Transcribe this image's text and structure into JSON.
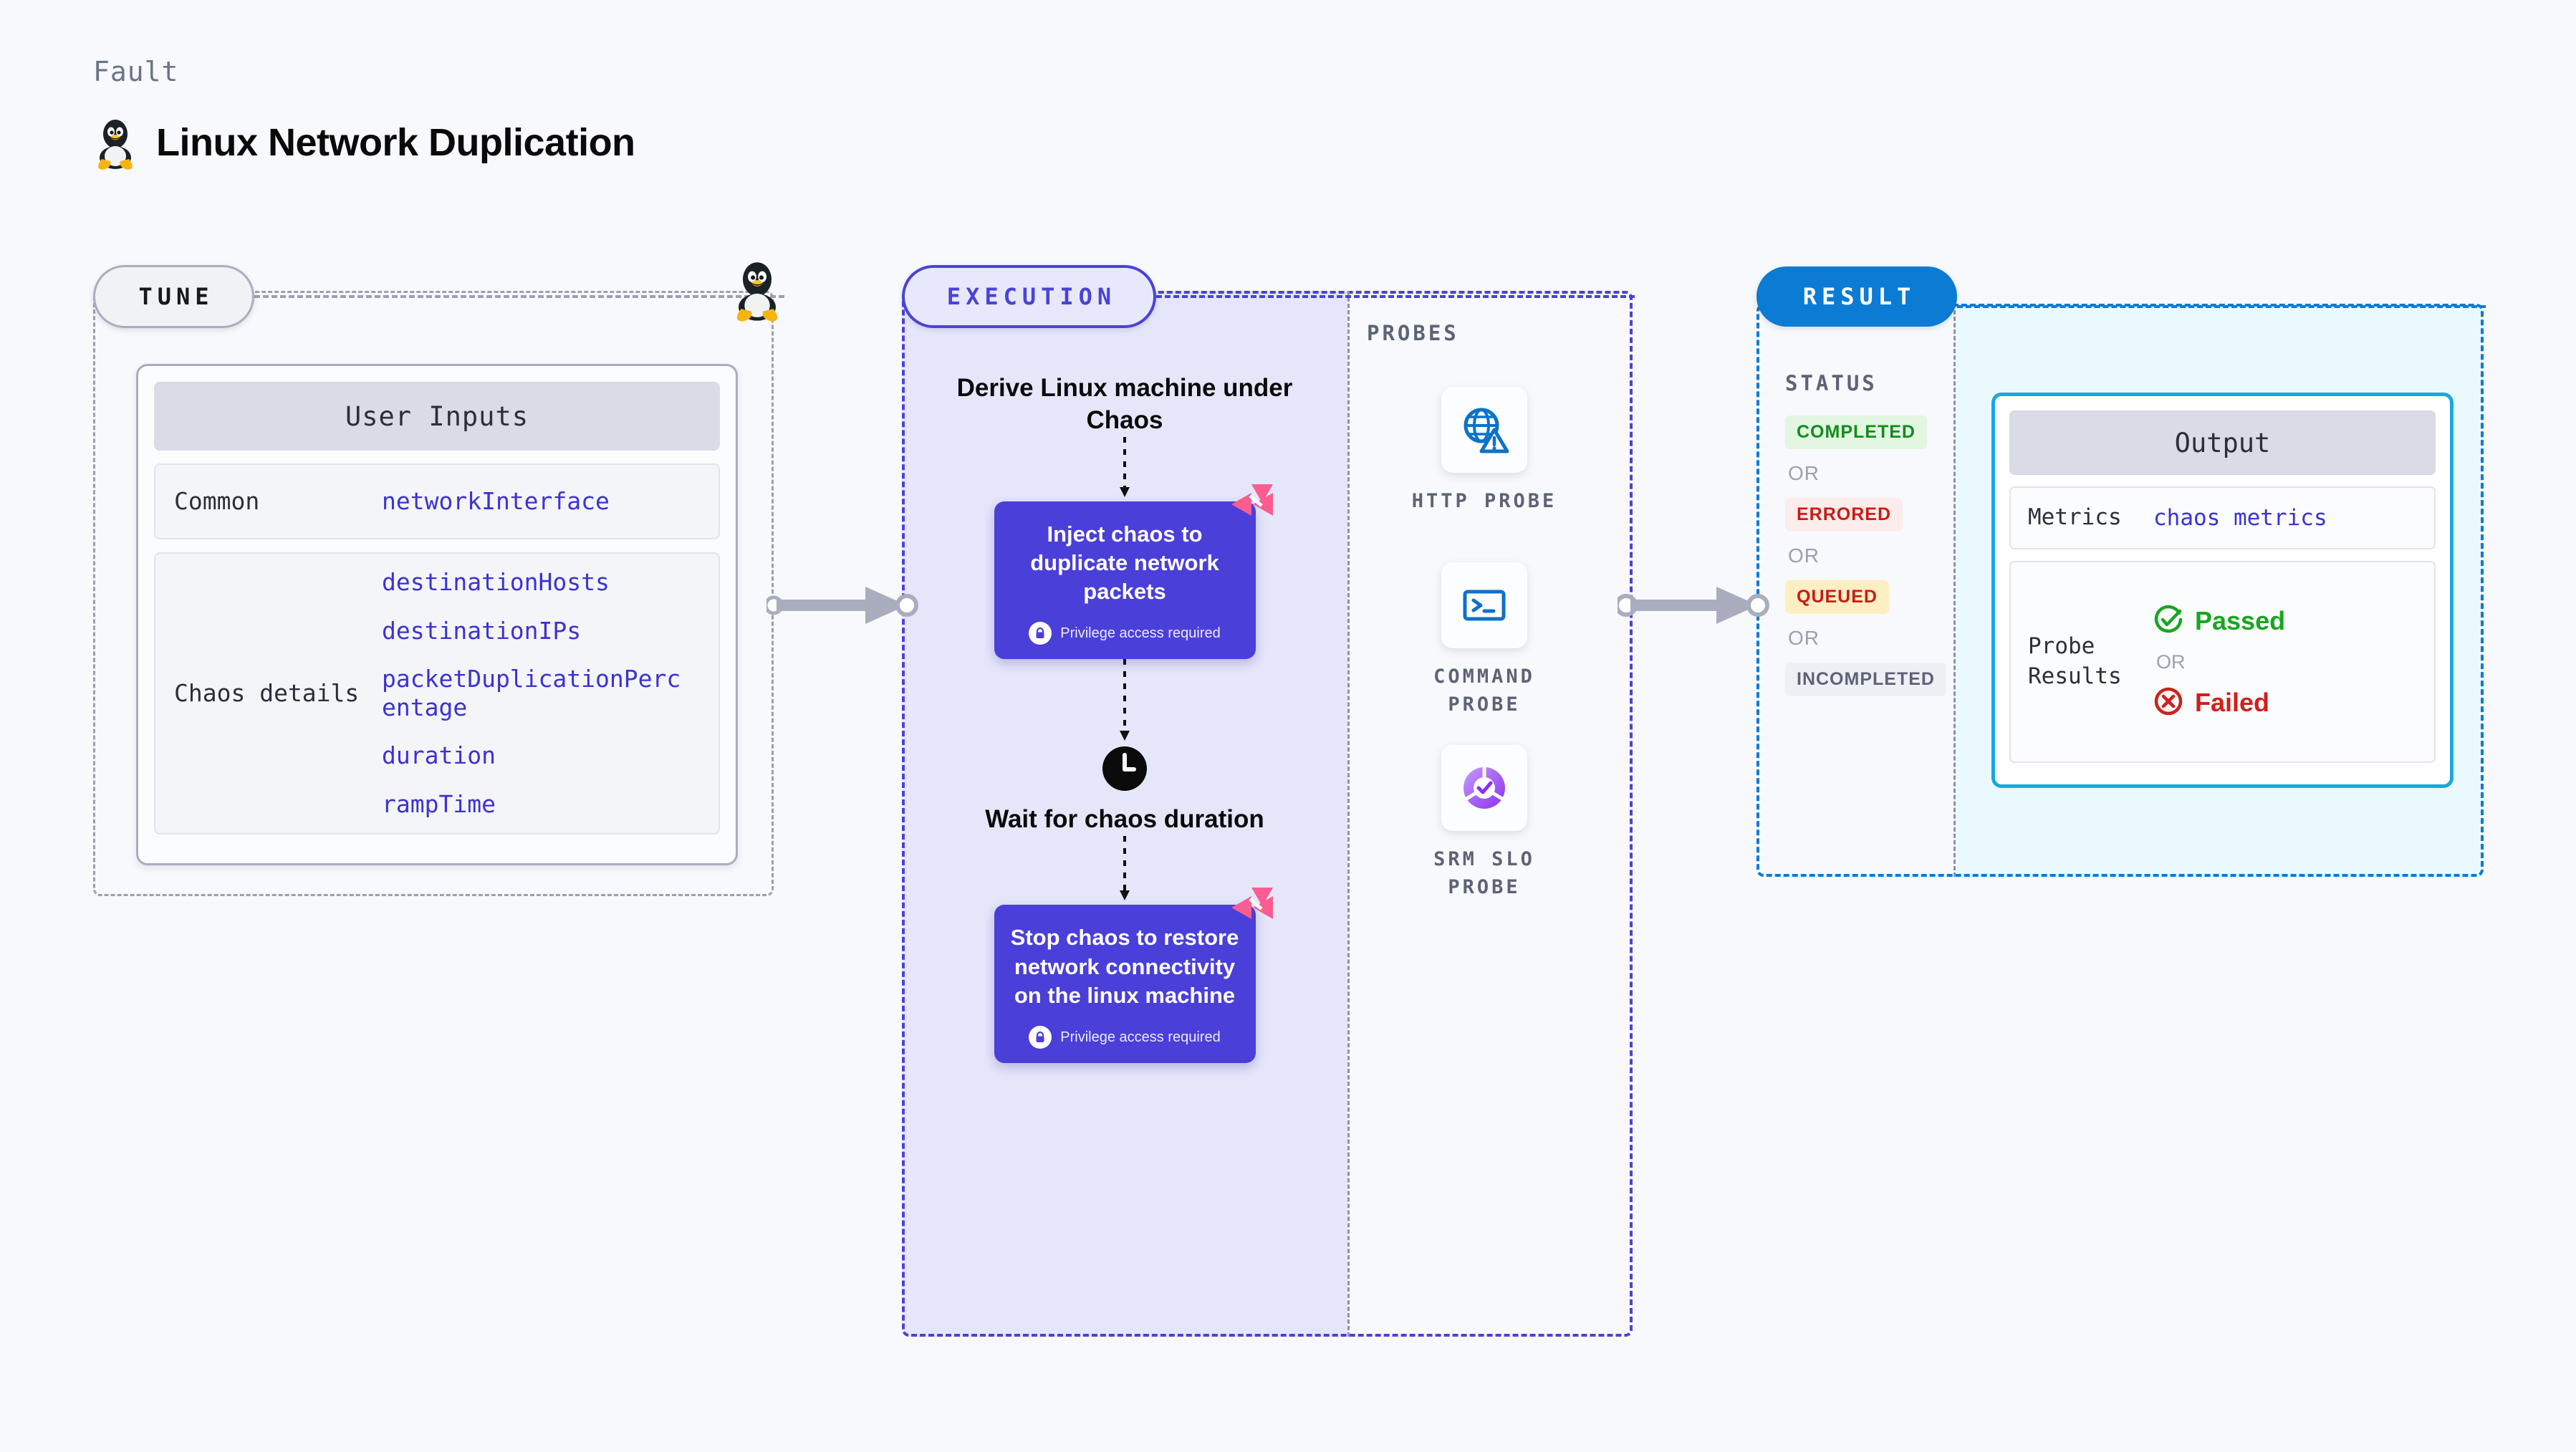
{
  "header": {
    "kicker": "Fault",
    "title": "Linux Network Duplication",
    "icon": "linux-penguin-icon"
  },
  "tune": {
    "badge": "TUNE",
    "marker_icon": "linux-penguin-icon",
    "card_title": "User Inputs",
    "groups": [
      {
        "label": "Common",
        "values": [
          "networkInterface"
        ]
      },
      {
        "label": "Chaos details",
        "values": [
          "destinationHosts",
          "destinationIPs",
          "packetDuplicationPercentage",
          "duration",
          "rampTime"
        ]
      }
    ]
  },
  "execution": {
    "badge": "EXECUTION",
    "steps": [
      {
        "type": "text",
        "label": "Derive Linux machine under Chaos"
      },
      {
        "type": "card",
        "label": "Inject chaos to duplicate network packets",
        "note": "Privilege access required",
        "note_icon": "lock-icon",
        "flag_icon": "chaos-flag-icon"
      },
      {
        "type": "clock",
        "label": "Wait for chaos duration",
        "icon": "clock-icon"
      },
      {
        "type": "card",
        "label": "Stop chaos to restore network connectivity on the linux machine",
        "note": "Privilege access required",
        "note_icon": "lock-icon",
        "flag_icon": "chaos-flag-icon"
      }
    ]
  },
  "probes": {
    "label": "PROBES",
    "items": [
      {
        "name": "HTTP PROBE",
        "icon": "globe-warning-icon"
      },
      {
        "name": "COMMAND PROBE",
        "icon": "terminal-icon"
      },
      {
        "name": "SRM SLO PROBE",
        "icon": "slo-check-donut-icon"
      }
    ]
  },
  "result": {
    "badge": "RESULT",
    "status_label": "STATUS",
    "or_text": "OR",
    "statuses": [
      {
        "label": "COMPLETED",
        "bg": "#e2f6e2",
        "fg": "#138c1b"
      },
      {
        "label": "ERRORED",
        "bg": "#fdecec",
        "fg": "#cc1a14"
      },
      {
        "label": "QUEUED",
        "bg": "#fdeec4",
        "fg": "#cc1a14"
      },
      {
        "label": "INCOMPLETED",
        "bg": "#eef0f5",
        "fg": "#5d6377"
      }
    ],
    "output": {
      "title": "Output",
      "metrics_label": "Metrics",
      "metrics_value": "chaos metrics",
      "probe_label": "Probe Results",
      "passed": "Passed",
      "failed": "Failed",
      "or_text": "OR",
      "passed_icon": "check-circle-icon",
      "failed_icon": "x-circle-icon"
    }
  },
  "connectors": {
    "tune_to_execution": "arrow-right-icon",
    "probes_to_result": "arrow-right-icon"
  },
  "colors": {
    "accent_purple": "#4a3fd8",
    "accent_blue": "#0b7bd4",
    "accent_cyan": "#17a9e0",
    "code_blue": "#3b32d4",
    "pink_flag": "#fa5c8f",
    "muted": "#9aa0b0",
    "page_bg": "#f8f9fc"
  }
}
